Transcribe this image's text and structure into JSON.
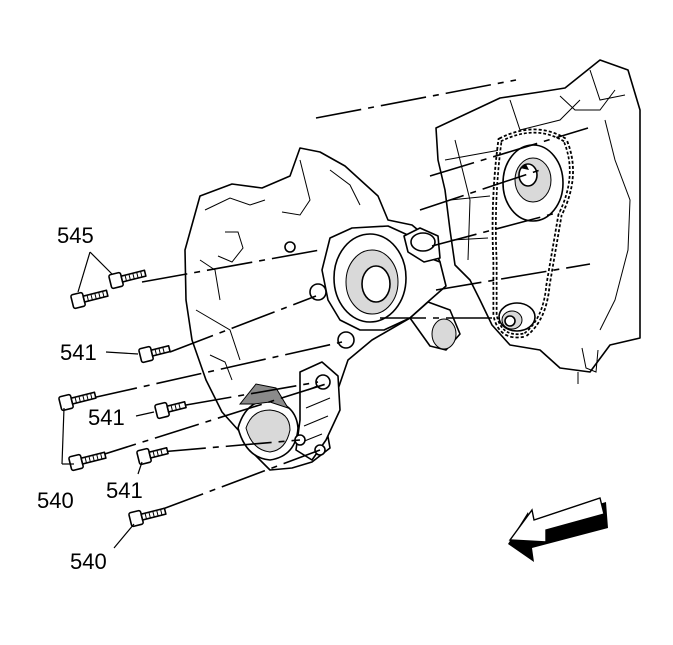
{
  "callouts": [
    {
      "id": "c545",
      "label": "545"
    },
    {
      "id": "c541a",
      "label": "541"
    },
    {
      "id": "c541b",
      "label": "541"
    },
    {
      "id": "c540a",
      "label": "540"
    },
    {
      "id": "c541c",
      "label": "541"
    },
    {
      "id": "c540b",
      "label": "540"
    }
  ],
  "colors": {
    "line": "#000000",
    "fill": "#ffffff",
    "shade": "#d9d9d9"
  },
  "icons": {
    "direction": "forward-arrow-icon"
  }
}
